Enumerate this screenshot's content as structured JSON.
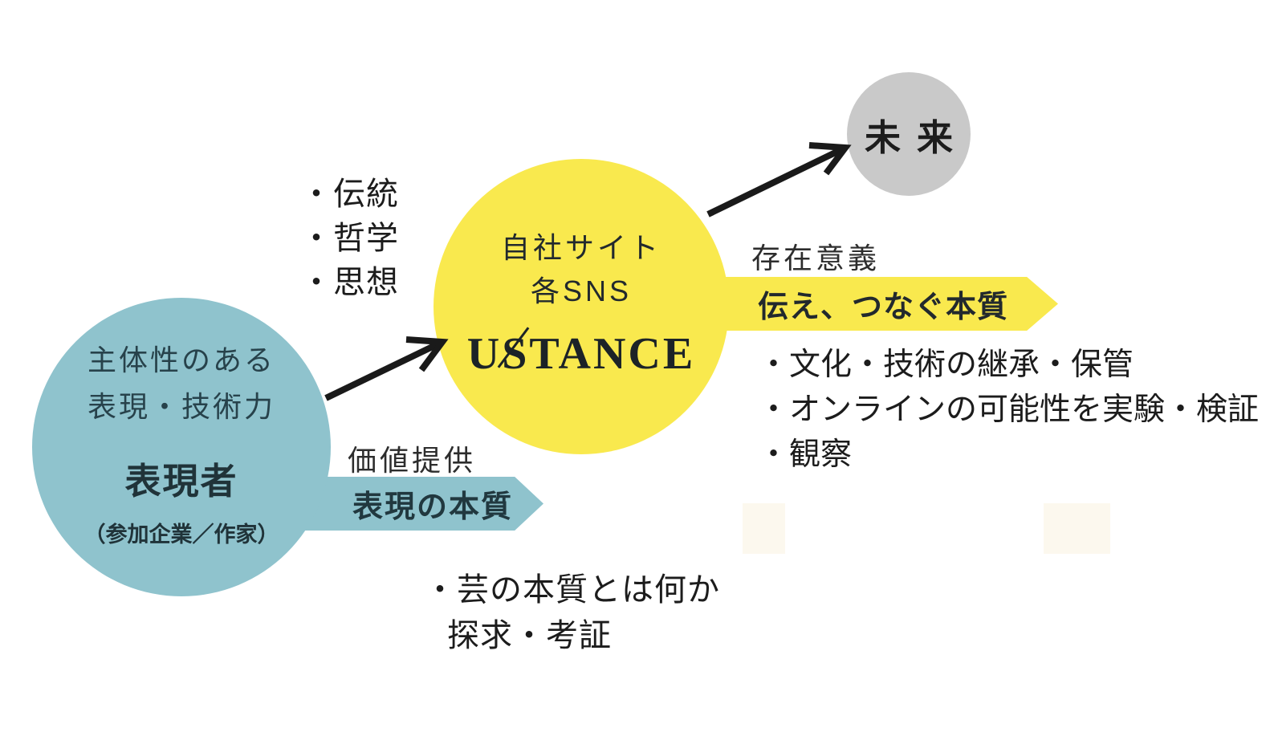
{
  "expresser_circle": {
    "desc_line1": "主体性のある",
    "desc_line2": "表現・技術力",
    "title": "表現者",
    "subtitle": "（参加企業／作家）"
  },
  "hub_circle": {
    "line1": "自社サイト",
    "line2": "各SNS",
    "logo": "USTANCE"
  },
  "future_circle": {
    "label": "未来"
  },
  "traits_list": {
    "items": [
      "・伝統",
      "・哲学",
      "・思想"
    ]
  },
  "value_banner": {
    "caption": "価値提供",
    "label": "表現の本質"
  },
  "purpose_banner": {
    "caption": "存在意義",
    "label": "伝え、つなぐ本質"
  },
  "outcomes_list": {
    "items": [
      "・文化・技術の継承・保管",
      "・オンラインの可能性を実験・検証",
      "・観察"
    ]
  },
  "inquiry_note": {
    "line1": "・芸の本質とは何か",
    "line2": "探求・考証"
  },
  "colors": {
    "teal": "#8fc3cd",
    "yellow": "#f9e94e",
    "gray": "#c9c9c9",
    "ink": "#1d1d1d"
  }
}
